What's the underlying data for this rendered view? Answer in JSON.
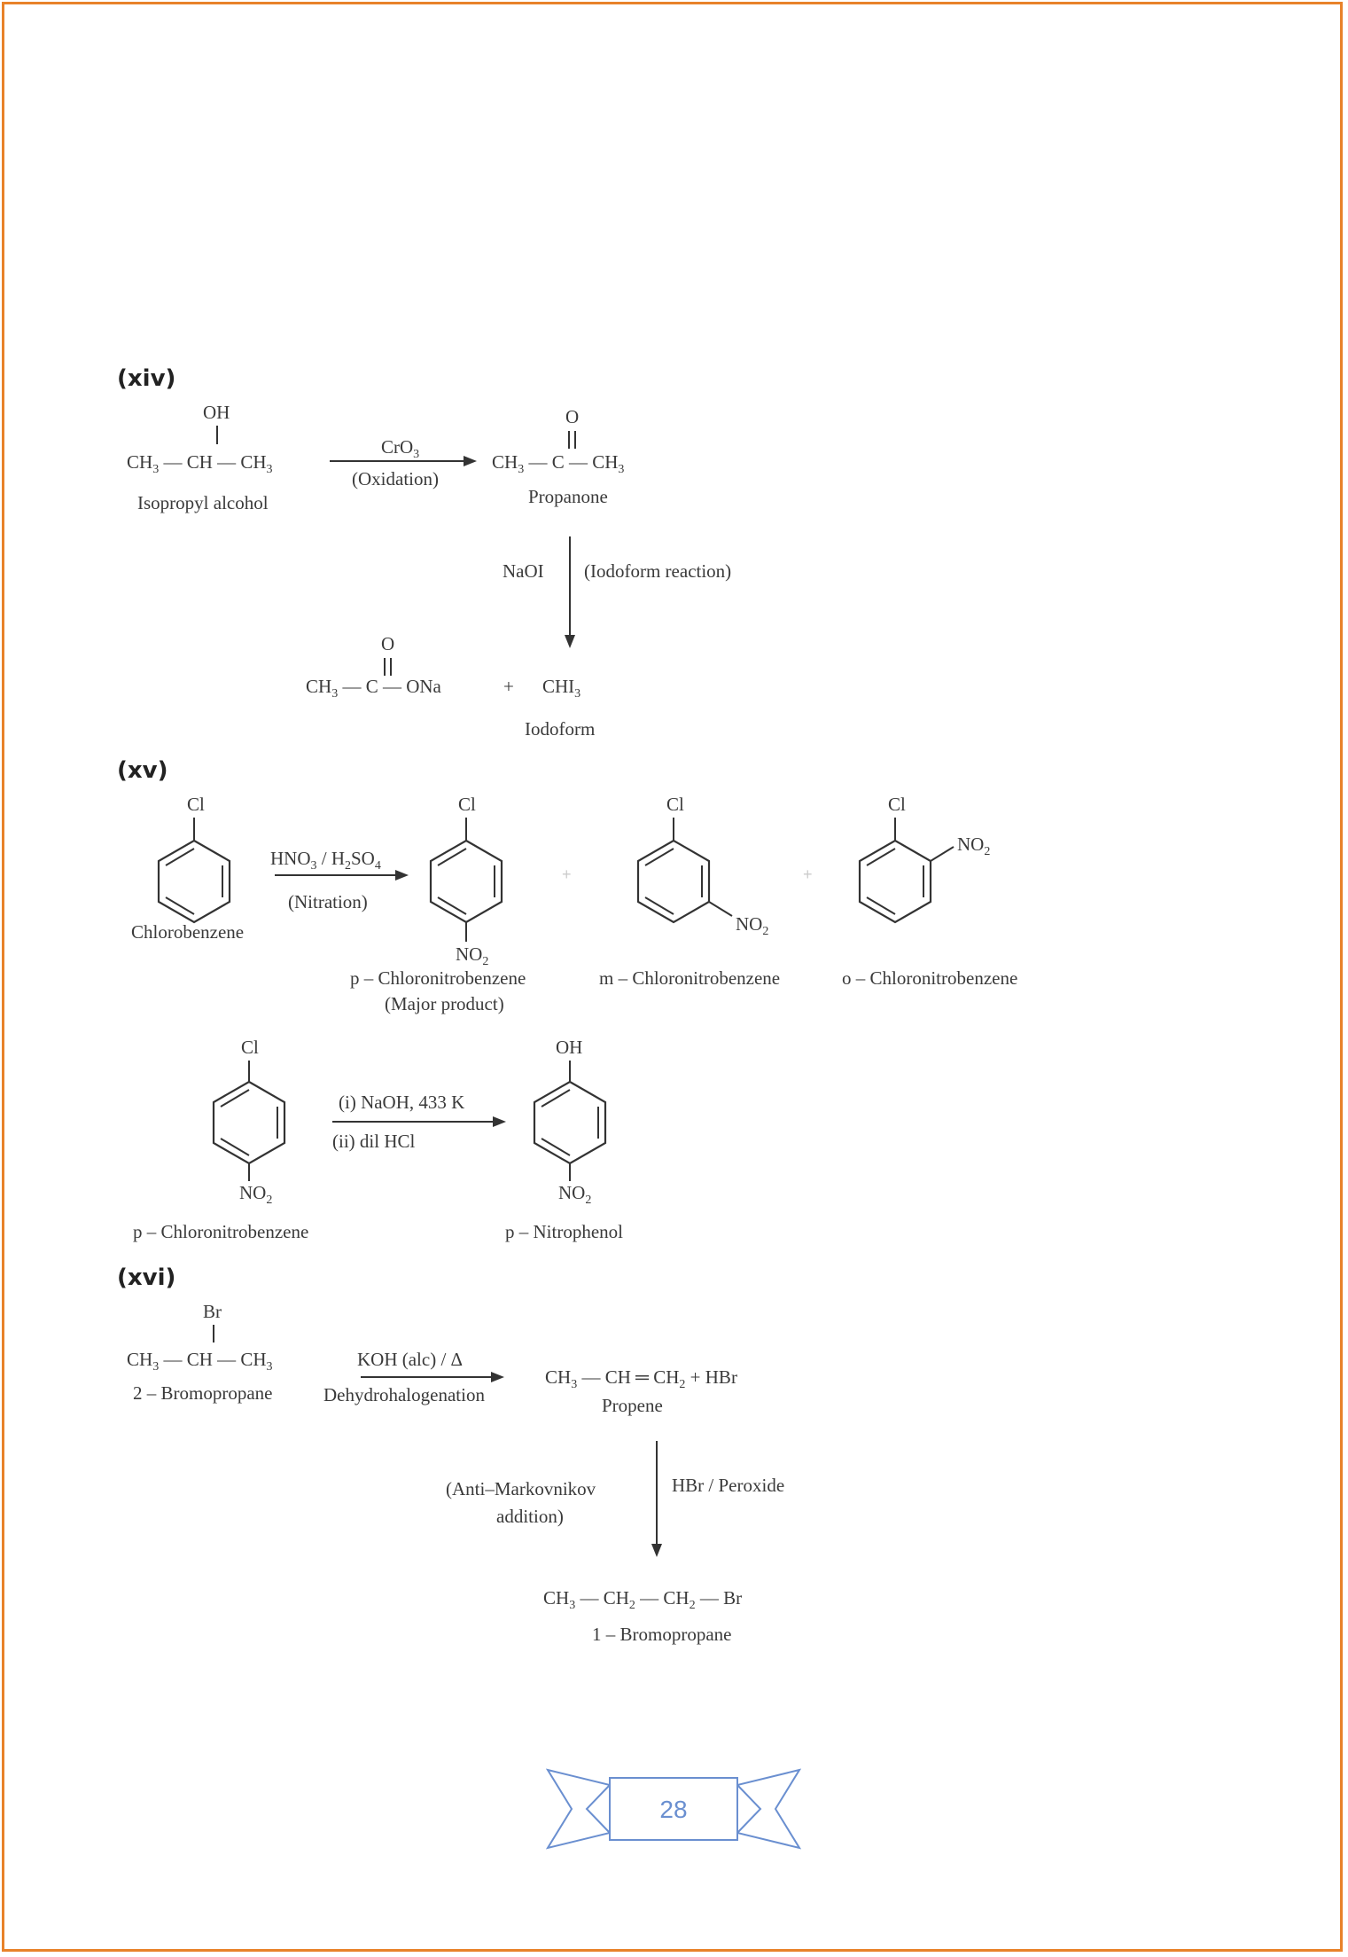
{
  "sections": {
    "xiv": "(xiv)",
    "xv": "(xv)",
    "xvi": "(xvi)"
  },
  "xiv": {
    "oh": "OH",
    "reactant_formula": [
      "CH",
      "3",
      " — CH — CH",
      "3"
    ],
    "reactant_name": "Isopropyl alcohol",
    "reagent1": "CrO",
    "reagent1_sub": "3",
    "condition1": "(Oxidation)",
    "ketone_o": "O",
    "ketone_formula": [
      "CH",
      "3",
      " — C — CH",
      "3"
    ],
    "ketone_name": "Propanone",
    "reagent2": "NaOI",
    "condition2": "(Iodoform reaction)",
    "acetate_o": "O",
    "acetate_formula": [
      "CH",
      "3",
      " — C — ONa"
    ],
    "plus": "+",
    "iodoform_formula": [
      "CHI",
      "3"
    ],
    "iodoform_name": "Iodoform"
  },
  "xv": {
    "cl": "Cl",
    "reactant_name": "Chlorobenzene",
    "reagent": [
      "HNO",
      "3",
      " / H",
      "2",
      "SO",
      "4"
    ],
    "condition": "(Nitration)",
    "no2": [
      "NO",
      "2"
    ],
    "p_name": "p – Chloronitrobenzene",
    "p_note": "(Major product)",
    "m_name": "m – Chloronitrobenzene",
    "o_name": "o – Chloronitrobenzene",
    "plus": "+",
    "step2_reagent1": "(i) NaOH, 433 K",
    "step2_reagent2": "(ii) dil HCl",
    "oh": "OH",
    "step2_reactant_name": "p – Chloronitrobenzene",
    "step2_product_name": "p – Nitrophenol"
  },
  "xvi": {
    "br": "Br",
    "reactant_formula": [
      "CH",
      "3",
      " — CH — CH",
      "3"
    ],
    "reactant_name": "2 – Bromopropane",
    "reagent": "KOH (alc) / Δ",
    "condition": "Dehydrohalogenation",
    "propene_formula": [
      "CH",
      "3",
      " — CH ═ CH",
      "2",
      "  +  HBr"
    ],
    "propene_name": "Propene",
    "reagent2": "HBr / Peroxide",
    "condition2_line1": "(Anti–Markovnikov",
    "condition2_line2": "addition)",
    "product_formula": [
      "CH",
      "3",
      " — CH",
      "2",
      " — CH",
      "2",
      " — Br"
    ],
    "product_name": "1 – Bromopropane"
  },
  "footer": {
    "page_number": "28"
  },
  "colors": {
    "border": "#e8822a",
    "page_badge": "#6a8fd0"
  }
}
